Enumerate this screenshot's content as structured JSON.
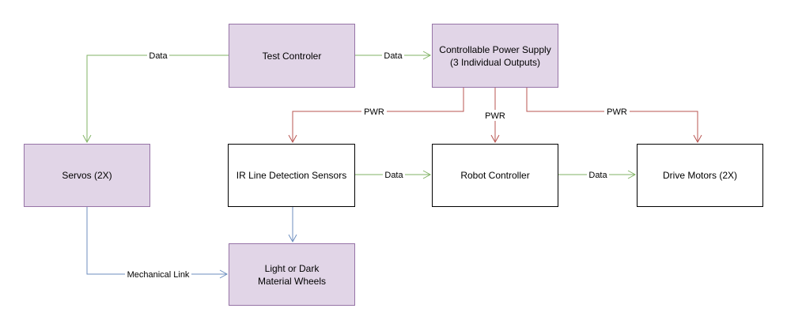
{
  "nodes": {
    "test_controller": "Test Controler",
    "power_supply": "Controllable Power Supply\n(3 Individual Outputs)",
    "servos": "Servos (2X)",
    "ir_sensors": "IR Line Detection Sensors",
    "robot_controller": "Robot Controller",
    "drive_motors": "Drive Motors (2X)",
    "wheels": "Light or Dark\nMaterial Wheels"
  },
  "edges": {
    "test_to_servos": "Data",
    "test_to_power": "Data",
    "power_to_ir": "PWR",
    "power_to_robot": "PWR",
    "power_to_motors": "PWR",
    "ir_to_robot": "Data",
    "robot_to_motors": "Data",
    "servos_to_wheels": "Mechanical Link"
  },
  "colors": {
    "data": "#82b366",
    "power": "#b85450",
    "mechanical": "#6c8ebf",
    "node_fill_purple": "#e1d5e7",
    "node_border_purple": "#9673a6"
  }
}
